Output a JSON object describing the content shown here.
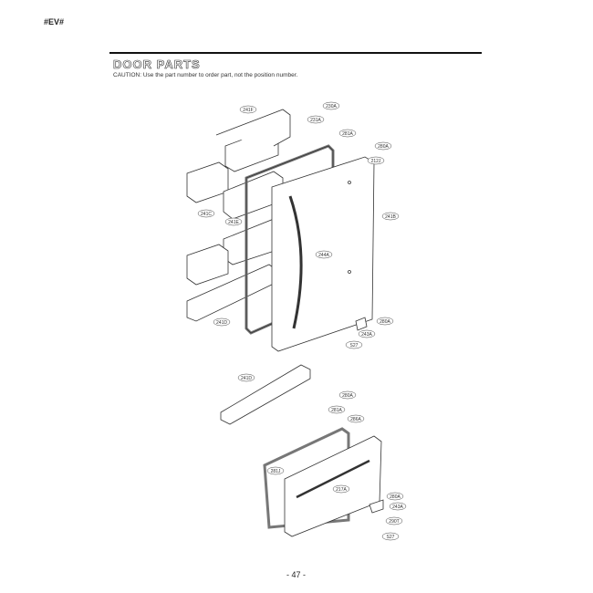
{
  "header": {
    "code": "#EV#"
  },
  "section": {
    "title": "DOOR PARTS",
    "caution": "CAUTION: Use the part number to order part, not the position number."
  },
  "diagram": {
    "labels_upper": [
      "241F",
      "230A",
      "231A",
      "281A",
      "280A",
      "212J",
      "241C",
      "241E",
      "241B",
      "244A",
      "241D",
      "280A",
      "243A",
      "S27"
    ],
    "labels_lower": [
      "241D",
      "280A",
      "281A",
      "286A",
      "281J",
      "217A",
      "280A",
      "243A",
      "290T",
      "S27"
    ]
  },
  "footer": {
    "page": "- 47 -"
  }
}
